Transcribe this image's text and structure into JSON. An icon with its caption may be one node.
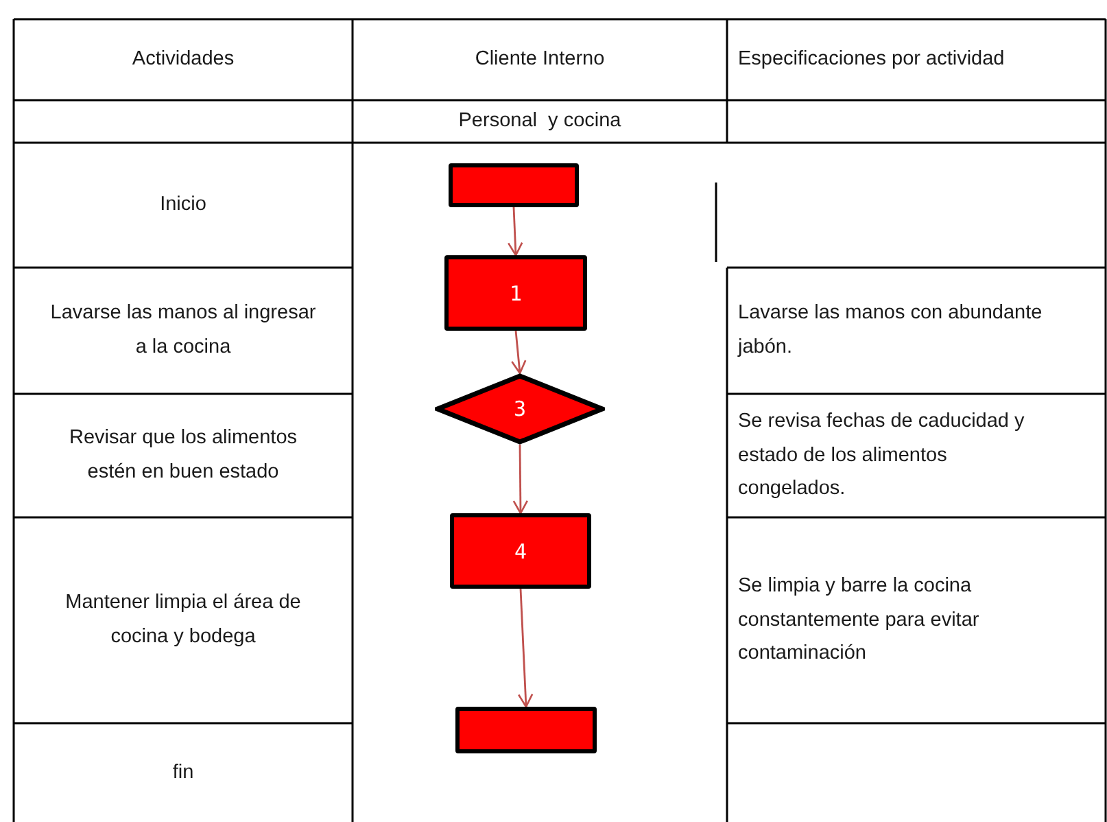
{
  "diagram": {
    "nodes": [
      {
        "text": [],
        "shape": "box"
      },
      {
        "text": [
          "1"
        ]
      },
      {
        "text": [
          "3"
        ]
      },
      {
        "text": [
          "4"
        ]
      },
      {
        "text": [],
        "shape": "box"
      }
    ],
    "edges": [
      {
        "from": 0,
        "to": 1,
        "arrow": "to"
      },
      {
        "from": 1,
        "to": 2,
        "arrow": "to"
      },
      {
        "from": 2,
        "to": 3,
        "arrow": "to"
      },
      {
        "from": 3,
        "to": 4,
        "arrow": "to"
      }
    ],
    "labels": [
      "Actividades",
      "Cliente Interno",
      "Especificaciones por actividad",
      "Personal  y cocina",
      "Inicio",
      "Lavarse las manos al ingresar a la cocina",
      "Lavarse las manos con abundante jabón.",
      "Revisar que los alimentos estén en buen estado",
      "Se revisa fechas de caducidad y estado de los alimentos congelados.",
      "Mantener limpia el área de cocina y bodega",
      "Se limpia y barre la cocina constantemente para evitar contaminación",
      "fin"
    ]
  }
}
